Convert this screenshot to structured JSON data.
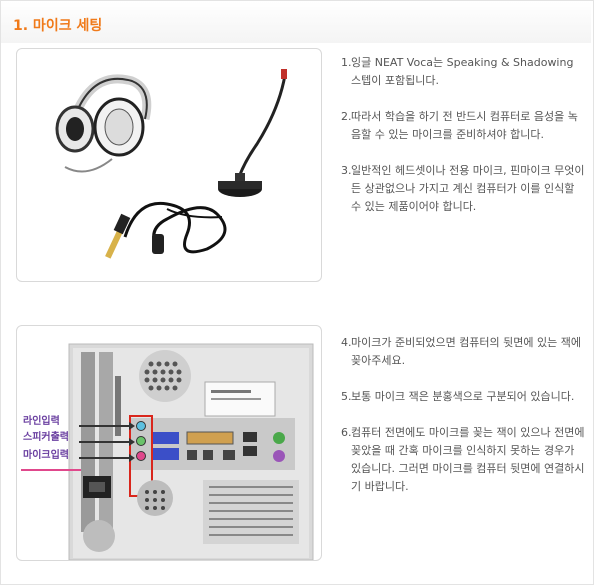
{
  "section": {
    "title": "1. 마이크 세팅"
  },
  "steps_group1": [
    {
      "num": "1.",
      "text": "잉글 NEAT Voca는 Speaking & Shadowing 스텝이 포함됩니다."
    },
    {
      "num": "2.",
      "text": "따라서 학습을 하기 전 반드시 컴퓨터로 음성을 녹음할 수 있는 마이크를 준비하셔야 합니다."
    },
    {
      "num": "3.",
      "text": "일반적인 헤드셋이나 전용 마이크, 핀마이크 무엇이든 상관없으나 가지고 계신 컴퓨터가 이를 인식할 수 있는 제품이어야 합니다."
    }
  ],
  "steps_group2": [
    {
      "num": "4.",
      "text": "마이크가 준비되었으면 컴퓨터의 뒷면에 있는 잭에 꽂아주세요."
    },
    {
      "num": "5.",
      "text": "보통 마이크 잭은 분홍색으로 구분되어 있습니다."
    },
    {
      "num": "6.",
      "text": "컴퓨터 전면에도 마이크를 꽂는 잭이 있으나 전면에 꽂았을 때 간혹 마이크를 인식하지 못하는 경우가 있습니다. 그러면 마이크를 컴퓨터 뒷면에 연결하시기 바랍니다."
    }
  ],
  "pc_labels": {
    "line_in": "라인입력",
    "speaker_out": "스피커출력",
    "mic_in": "마이크입력"
  },
  "colors": {
    "accent": "#f07a1a",
    "mic_pink": "#e0488c",
    "highlight_red": "#d9261c"
  }
}
